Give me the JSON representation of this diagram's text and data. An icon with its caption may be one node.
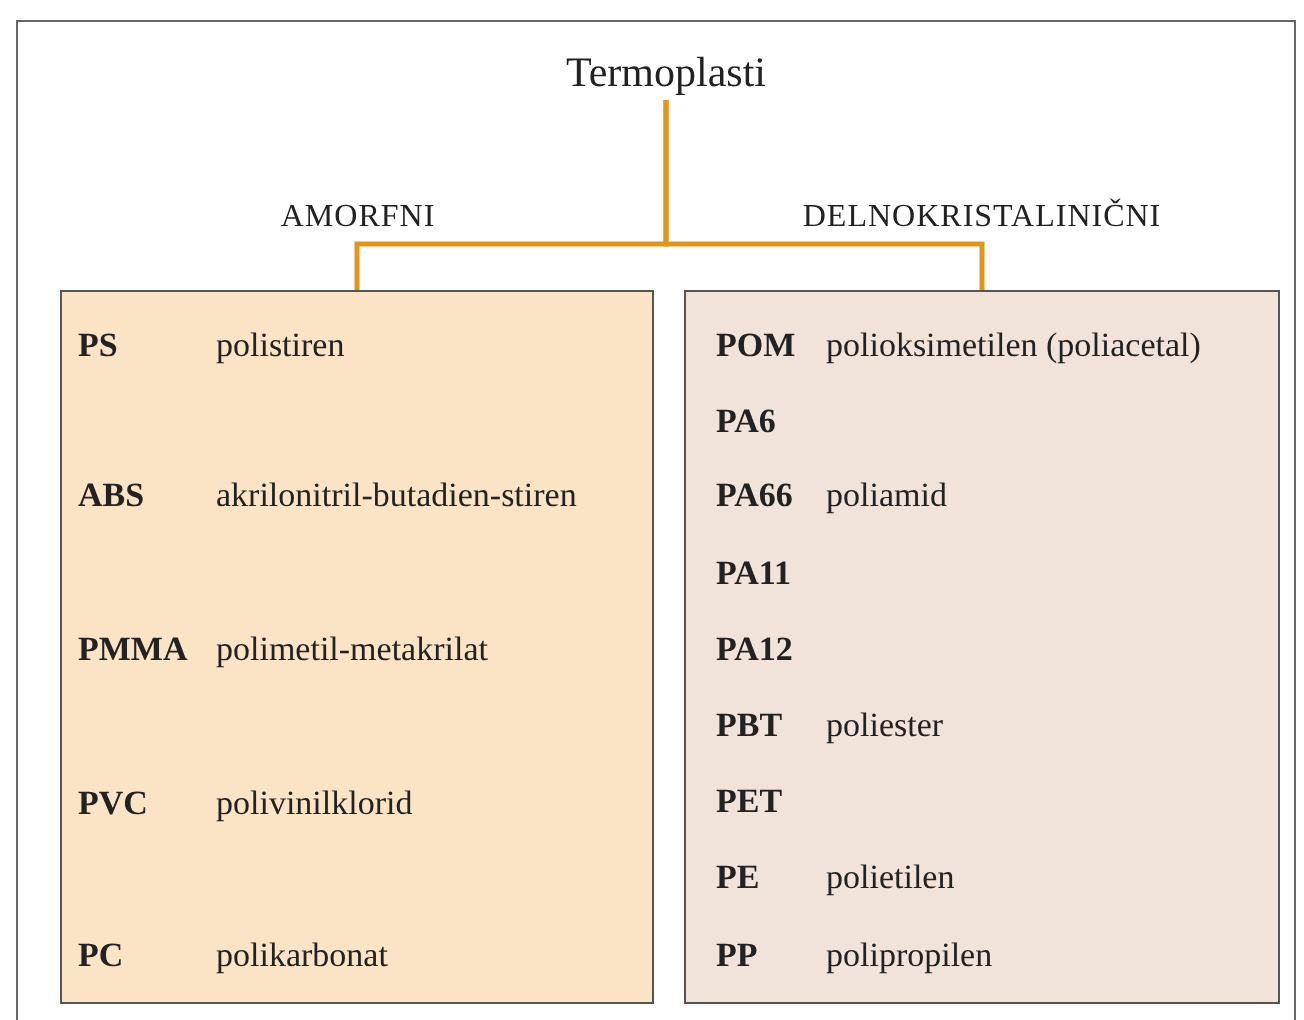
{
  "diagram": {
    "nodes": [
      {
        "text": [
          "Termoplasti"
        ]
      },
      {
        "text": [
          "AMORFNI",
          "PS",
          "polistiren",
          "ABS",
          "akrilonitril-butadien-stiren",
          "PMMA",
          "polimetil-metakrilat",
          "PVC",
          "polivinilklorid",
          "PC",
          "polikarbonat"
        ]
      },
      {
        "text": [
          "DELNOKRISTALINIČNI",
          "POM",
          "polioksimetilen (poliacetal)",
          "PA6",
          "PA66",
          "poliamid",
          "PA11",
          "PA12",
          "PBT",
          "poliester",
          "PET",
          "PE",
          "polietilen",
          "PP",
          "polipropilen"
        ]
      }
    ],
    "edges": [
      {
        "from": 0,
        "to": 1,
        "arrow": "none"
      },
      {
        "from": 0,
        "to": 2,
        "arrow": "none"
      }
    ]
  }
}
